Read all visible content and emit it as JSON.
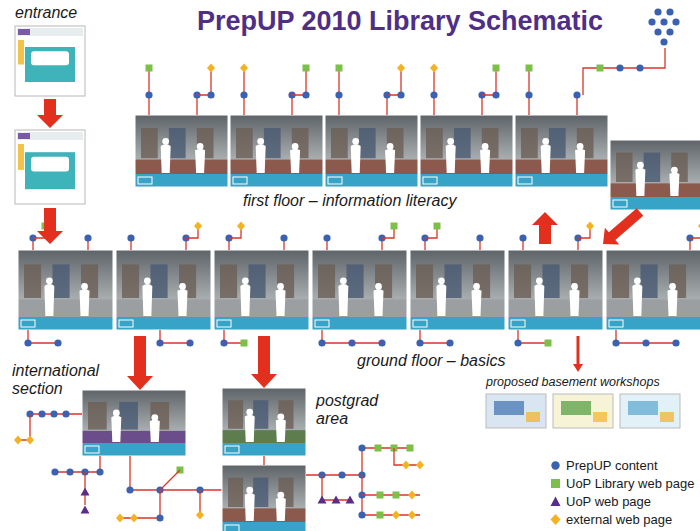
{
  "diagram": {
    "title": "PrepUP 2010 Library Schematic",
    "nodes": [
      {
        "text": [
          "entrance"
        ]
      },
      {
        "text": [
          "first floor – information literacy"
        ]
      },
      {
        "text": [
          "ground floor – basics"
        ]
      },
      {
        "text": [
          "international section"
        ]
      },
      {
        "text": [
          "postgrad area"
        ]
      },
      {
        "text": [
          "proposed basement workshops"
        ]
      }
    ],
    "edges": [
      {
        "from": 0,
        "to": 2,
        "arrow": "to"
      },
      {
        "from": 2,
        "to": 1,
        "arrow": "to"
      },
      {
        "from": 1,
        "to": 2,
        "arrow": "to"
      },
      {
        "from": 2,
        "to": 3,
        "arrow": "to"
      },
      {
        "from": 2,
        "to": 4,
        "arrow": "to"
      },
      {
        "from": 2,
        "to": 5,
        "arrow": "to"
      }
    ],
    "legend": [
      {
        "text": "PrepUP content",
        "color": "#3a62b0"
      },
      {
        "text": "UoP Library web page",
        "color": "#7cc04a"
      },
      {
        "text": "UoP web page",
        "color": "#5a2d88"
      },
      {
        "text": "external web page",
        "color": "#f4b223"
      }
    ]
  }
}
